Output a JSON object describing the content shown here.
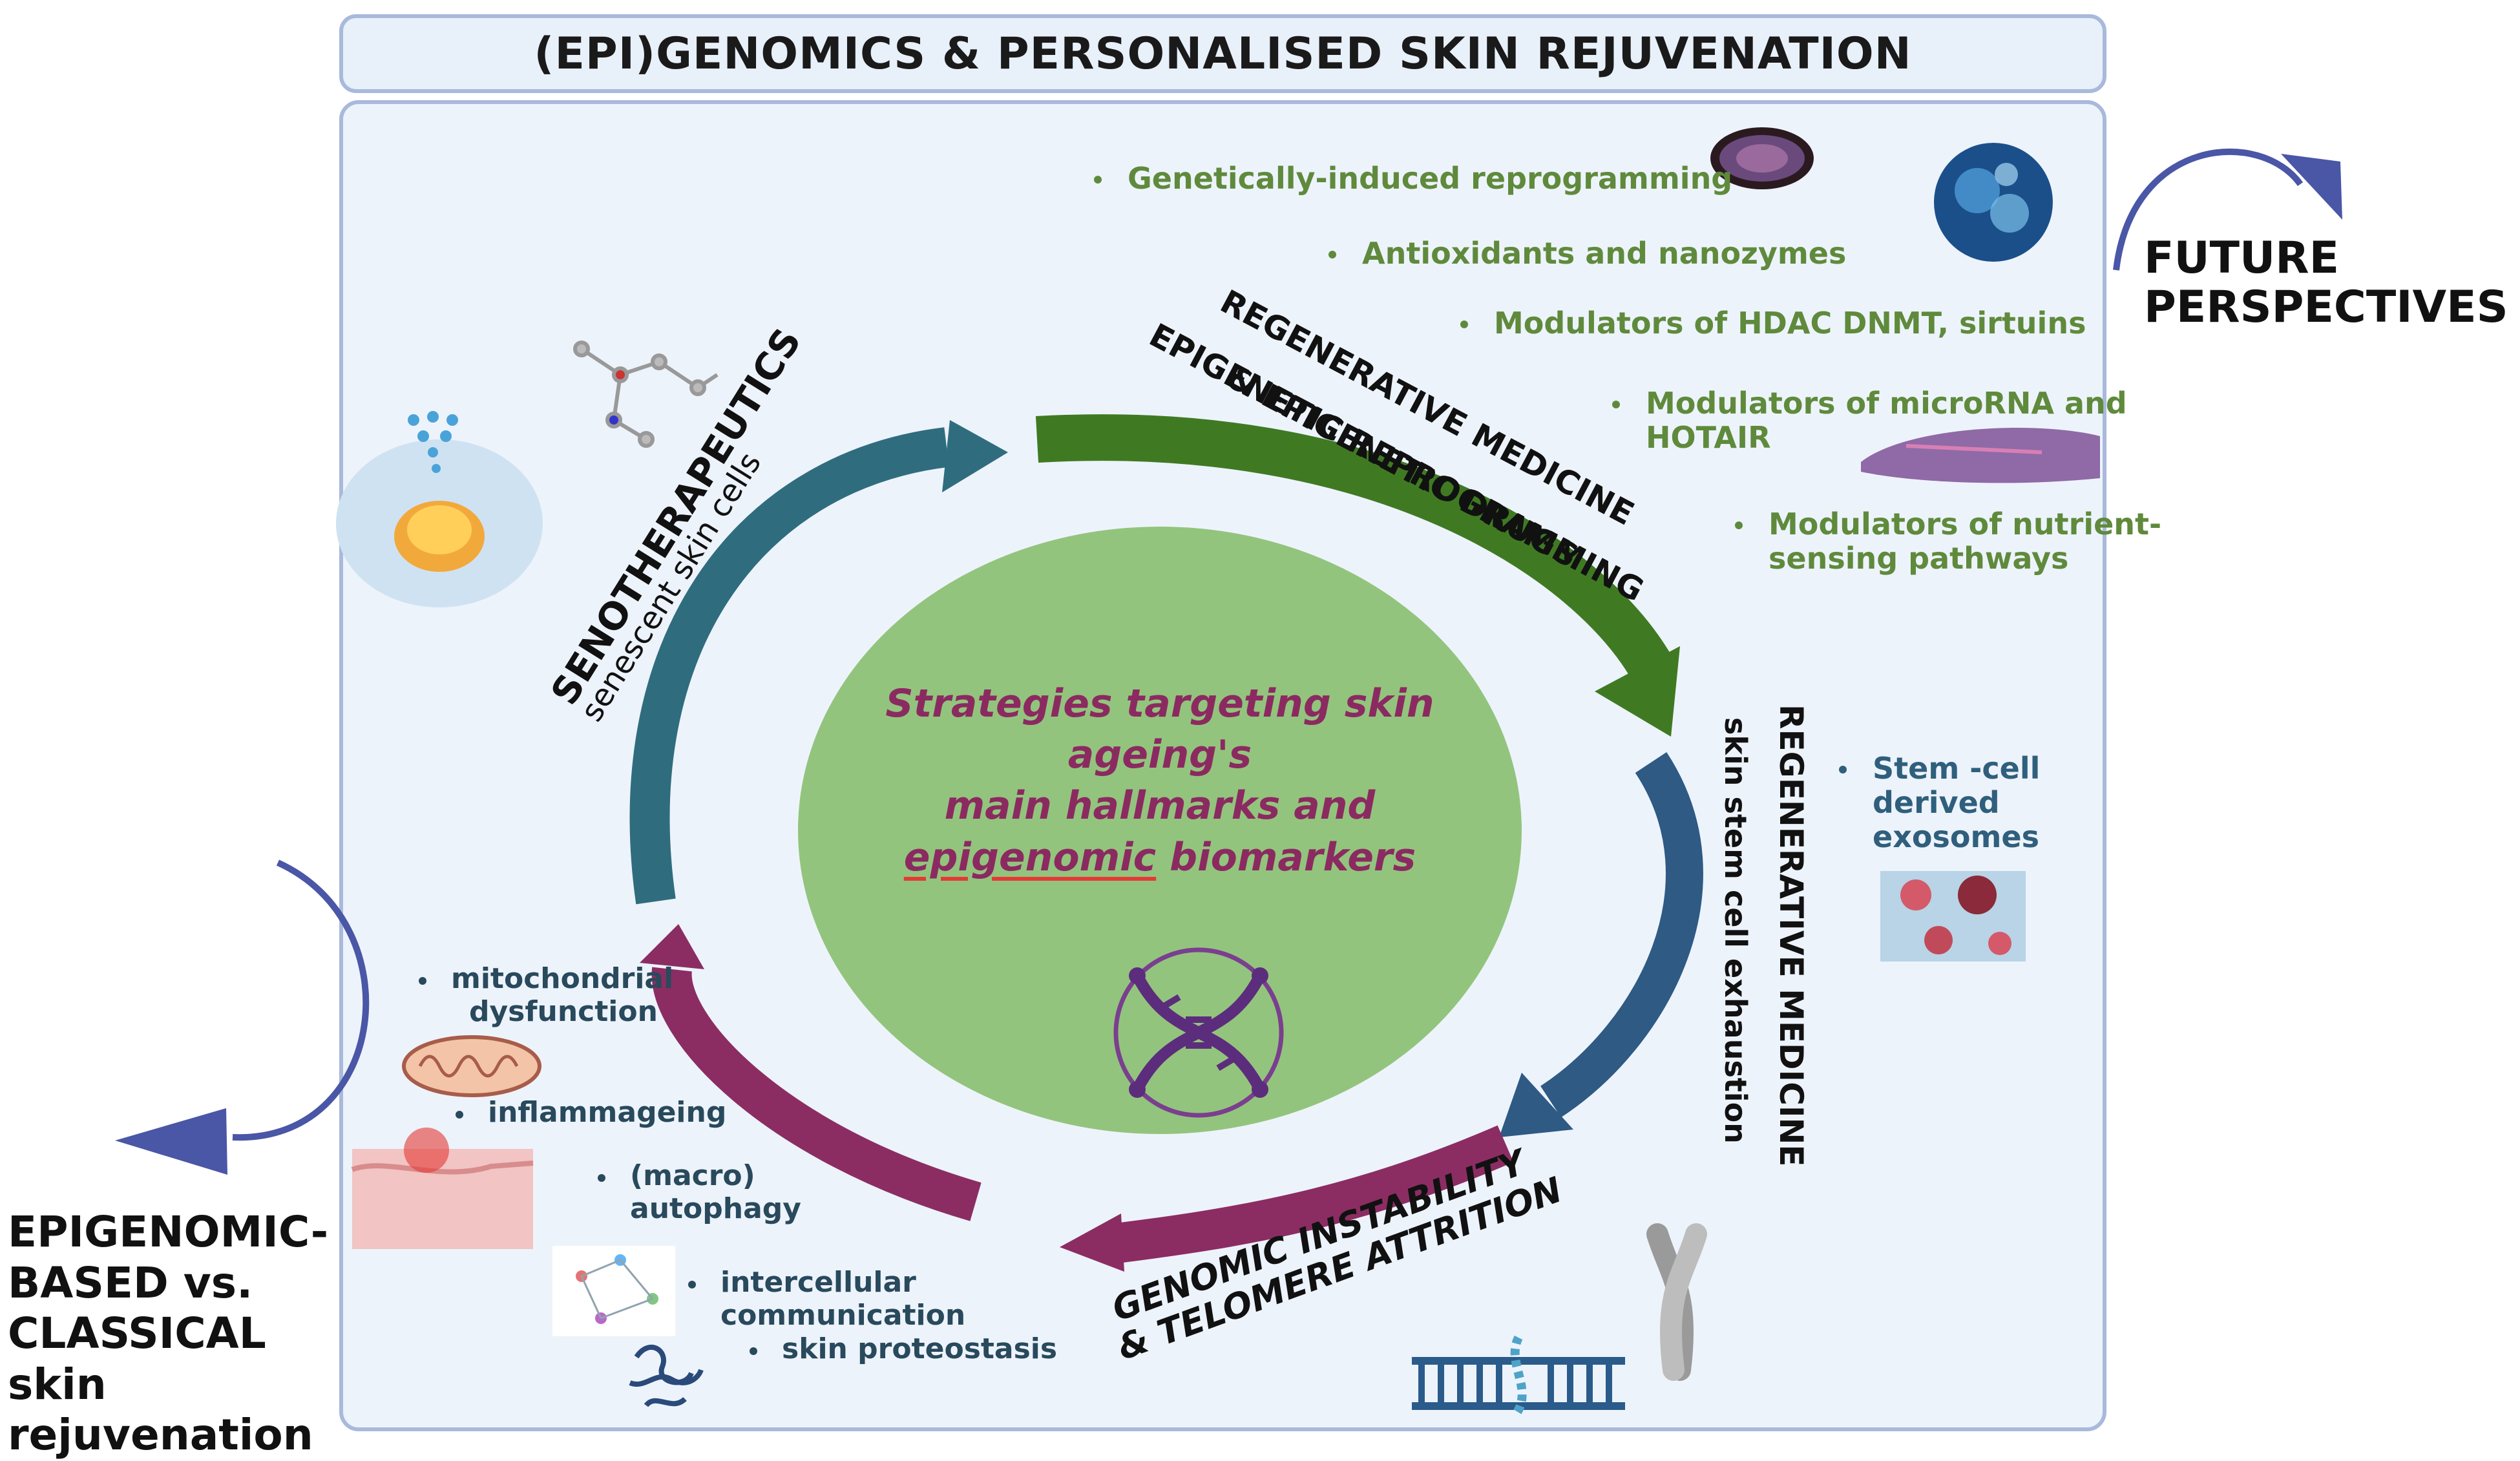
{
  "title": "(EPI)GENOMICS & PERSONALISED SKIN REJUVENATION",
  "future": {
    "line1": "FUTURE",
    "line2": "PERSPECTIVES"
  },
  "epigenomic": {
    "lines": [
      "EPIGENOMIC-",
      "BASED vs.",
      "CLASSICAL",
      "skin",
      "rejuvenation"
    ]
  },
  "center": {
    "line1": "Strategies targeting skin",
    "line2": "ageing's",
    "line3": "main hallmarks and",
    "line4_underlined": "epigenomic",
    "line4_rest": " biomarkers"
  },
  "arcs": {
    "senotherapeutics": {
      "title": "SENOTHERAPEUTICS",
      "subtitle": "senescent skin cells",
      "color": "#2f6d7e"
    },
    "regen_epi": {
      "line1": "REGENERATIVE MEDICINE",
      "line2": "EPIGENETIC REPROGRAMMING",
      "line3": "& EPIGENETIC DRUGS",
      "color": "#3f7a23"
    },
    "regen_stem": {
      "title": "REGENERATIVE MEDICINE",
      "subtitle": "skin stem cell exhaustion",
      "color": "#2e5a84"
    },
    "genomic": {
      "line1": "GENOMIC INSTABILITY",
      "line2": "& TELOMERE ATTRITION",
      "color": "#8b2d62"
    },
    "left": {
      "color": "#8b2d62"
    }
  },
  "future_items": [
    "Genetically-induced reprogramming",
    "Antioxidants and nanozymes",
    "Modulators of HDAC  DNMT, sirtuins",
    [
      "Modulators of microRNA and",
      "HOTAIR"
    ],
    [
      "Modulators of nutrient-",
      "sensing pathways"
    ]
  ],
  "stem_items": [
    "Stem -cell",
    "derived",
    "exosomes"
  ],
  "left_items": {
    "mito": [
      "mitochondrial",
      "dysfunction"
    ],
    "inflam": "inflammageing",
    "autophagy": [
      "(macro)",
      "autophagy"
    ],
    "intercellular": [
      "intercellular",
      "communication"
    ],
    "proteostasis": "skin proteostasis"
  },
  "colors": {
    "green_text": "#5f8a3c",
    "blue_text": "#2f5f7c",
    "circle_fill": "#93c47d",
    "arrow_blue": "#4a56a6"
  },
  "icons": [
    "dna-helix-icon",
    "chromosome-icon",
    "telomere-dna-icon",
    "mitochondria-icon",
    "skin-layer-icon",
    "cell-network-icon",
    "protein-aggregate-icon",
    "molecule-icon",
    "senescent-cell-icon",
    "stem-cell-exosome-icon",
    "nanoparticle-icon",
    "microscopy-cell-icon",
    "tissue-icon"
  ]
}
